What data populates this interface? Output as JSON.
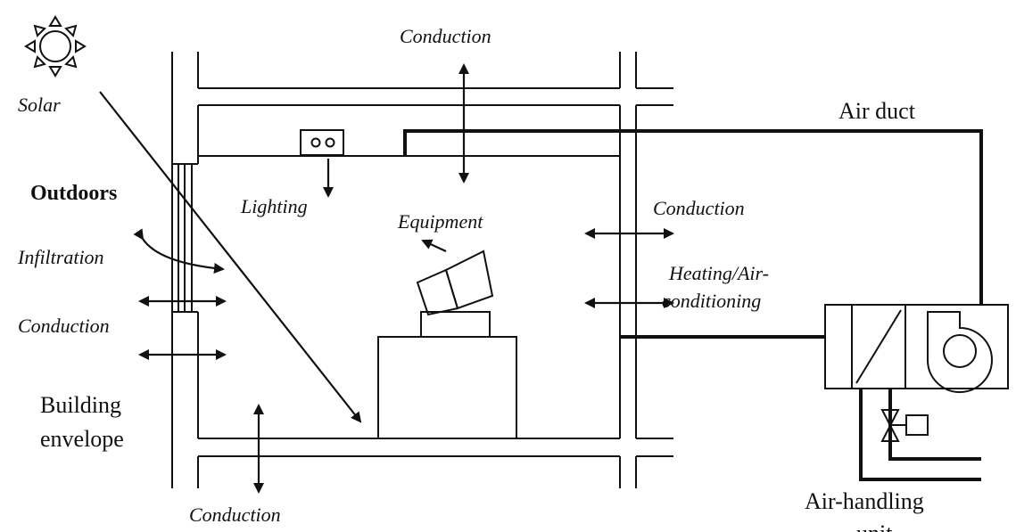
{
  "labels": {
    "solar": "Solar",
    "conduction_top": "Conduction",
    "air_duct": "Air duct",
    "outdoors": "Outdoors",
    "lighting": "Lighting",
    "conduction_right": "Conduction",
    "equipment": "Equipment",
    "infiltration": "Infiltration",
    "heating_line1": "Heating/Air-",
    "heating_line2": "conditioning",
    "conduction_left": "Conduction",
    "building_line1": "Building",
    "building_line2": "envelope",
    "conduction_bottom": "Conduction",
    "ahu_line1": "Air-handling",
    "ahu_line2": "unit"
  },
  "icons": [
    "sun-icon",
    "light-fixture-icon",
    "equipment-icon",
    "fan-icon",
    "coil-icon",
    "valve-icon"
  ]
}
